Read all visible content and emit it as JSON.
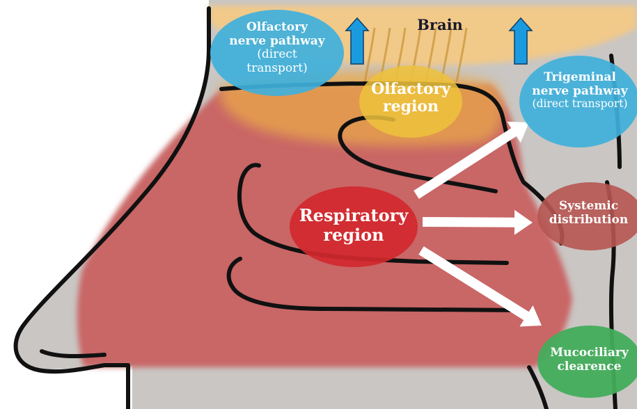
{
  "labels": {
    "brain": "Brain",
    "olfactory_pathway": {
      "line1": "Olfactory",
      "line2": "nerve pathway",
      "line3": "(direct",
      "line4": "transport)"
    },
    "olfactory_region": {
      "line1": "Olfactory",
      "line2": "region"
    },
    "trigeminal_pathway": {
      "line1": "Trigeminal",
      "line2": "nerve pathway",
      "line3": "(direct transport)"
    },
    "respiratory_region": {
      "line1": "Respiratory",
      "line2": "region"
    },
    "systemic_distribution": {
      "line1": "Systemic",
      "line2": "distribution"
    },
    "mucociliary_clearance": {
      "line1": "Mucociliary",
      "line2": "clearence"
    }
  },
  "colors": {
    "background": "#c9c6c3",
    "skin": "#ffffff",
    "outline": "#111111",
    "nasal_cavity": "#c96666",
    "brain_region": "#f1c989",
    "olfactory_glow": "#e9a84a",
    "olfactory_circle": "#edc23c",
    "respiratory_circle": "#d1282e",
    "pathway_circle": "#3fb0db",
    "systemic_circle": "#b65552",
    "mucociliary_circle": "#43ad5c",
    "up_arrow": "#1a9be0",
    "flow_arrow": "#ffffff"
  }
}
